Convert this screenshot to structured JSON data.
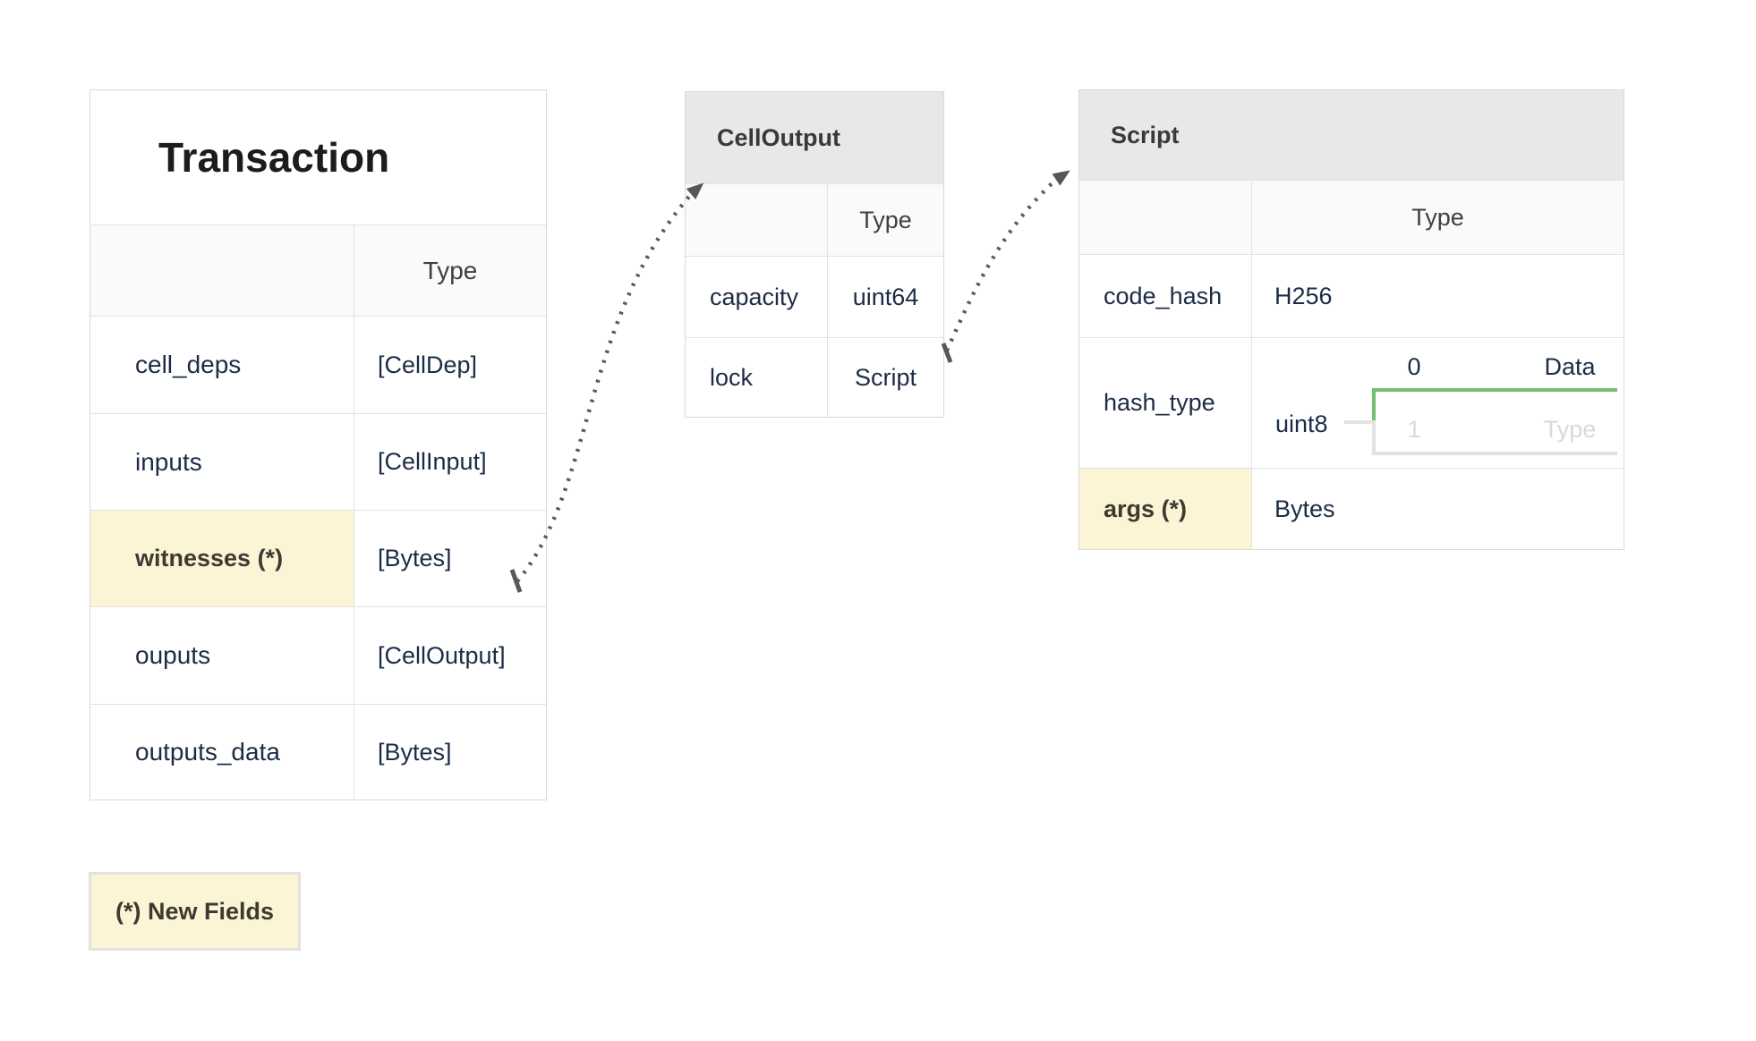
{
  "colors": {
    "highlight_yellow": "#fbf4d5",
    "header_gray": "#e8e8e8",
    "navy_text": "#1c2c45",
    "green_branch": "#74c073",
    "inactive_gray": "#d9d9d9",
    "arrow_gray": "#595959"
  },
  "legend": {
    "label": "(*) New Fields"
  },
  "tables": {
    "transaction": {
      "title": "Transaction",
      "type_header": "Type",
      "rows": [
        {
          "name": "cell_deps",
          "type": "[CellDep]",
          "highlight": false
        },
        {
          "name": "inputs",
          "type": "[CellInput]",
          "highlight": false
        },
        {
          "name": "witnesses (*)",
          "type": "[Bytes]",
          "highlight": true
        },
        {
          "name": "ouputs",
          "type": "[CellOutput]",
          "highlight": false
        },
        {
          "name": "outputs_data",
          "type": "[Bytes]",
          "highlight": false
        }
      ]
    },
    "cell_output": {
      "title": "CellOutput",
      "type_header": "Type",
      "rows": [
        {
          "name": "capacity",
          "type": "uint64"
        },
        {
          "name": "lock",
          "type": "Script"
        }
      ]
    },
    "script": {
      "title": "Script",
      "type_header": "Type",
      "rows": [
        {
          "name": "code_hash",
          "type": "H256",
          "highlight": false
        },
        {
          "name": "hash_type",
          "type": "uint8",
          "highlight": false
        },
        {
          "name": "args (*)",
          "type": "Bytes",
          "highlight": true
        }
      ],
      "hash_type_branch": {
        "base_type": "uint8",
        "branches": [
          {
            "value": "0",
            "label": "Data",
            "active": true
          },
          {
            "value": "1",
            "label": "Type",
            "active": false
          }
        ]
      }
    }
  },
  "connections": [
    {
      "from": "Transaction.ouputs",
      "to": "CellOutput"
    },
    {
      "from": "CellOutput.lock",
      "to": "Script"
    }
  ]
}
